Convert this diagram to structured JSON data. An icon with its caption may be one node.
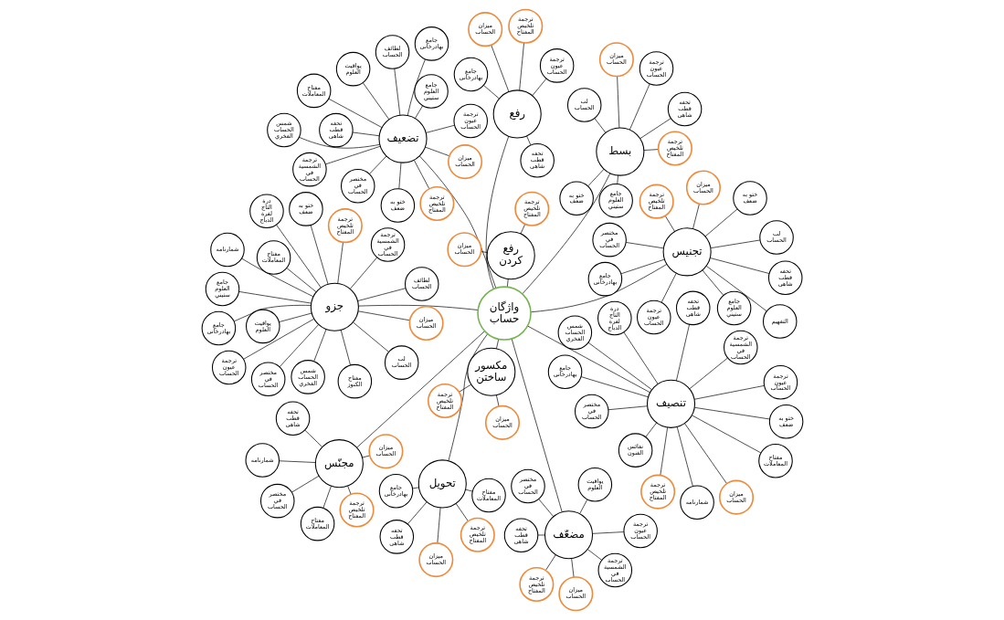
{
  "diagram": {
    "nodes": [
      {
        "text": [
          "واژگان حساب"
        ]
      },
      {
        "text": [
          "مضعّف"
        ]
      },
      {
        "text": [
          "ميزان الحساب"
        ]
      },
      {
        "text": [
          "مختصر في الحساب"
        ]
      },
      {
        "text": [
          "يواقيت العلوم"
        ]
      },
      {
        "text": [
          "تحفه قطب شاهى"
        ]
      },
      {
        "text": [
          "ترجمة تلخيص المفتاح"
        ]
      },
      {
        "text": [
          "ترجمة عيون الحساب"
        ]
      },
      {
        "text": [
          "ترجمة الشمسية في الحساب"
        ]
      },
      {
        "text": [
          "مکسور ساختن"
        ]
      },
      {
        "text": [
          "ميزان الحساب"
        ]
      },
      {
        "text": [
          "ترجمة تلخيص المفتاح"
        ]
      },
      {
        "text": [
          "بسط"
        ]
      },
      {
        "text": [
          "تحفه قطب شاهى"
        ]
      },
      {
        "text": [
          "ترجمة عيون الحساب"
        ]
      },
      {
        "text": [
          "جامع العلوم ستيني"
        ]
      },
      {
        "text": [
          "ترجمة تلخيص المفتاح"
        ]
      },
      {
        "text": [
          "ميزان الحساب"
        ]
      },
      {
        "text": [
          "ختو به ضعف"
        ]
      },
      {
        "text": [
          "لب الحساب"
        ]
      },
      {
        "text": [
          "رفع"
        ]
      },
      {
        "text": [
          "جامع بهادرخانی"
        ]
      },
      {
        "text": [
          "ترجمة تلخيص المفتاح"
        ]
      },
      {
        "text": [
          "ترجمة عيون الحساب"
        ]
      },
      {
        "text": [
          "ميزان الحساب"
        ]
      },
      {
        "text": [
          "تحفه قطب شاهى"
        ]
      },
      {
        "text": [
          "تنصيف"
        ]
      },
      {
        "text": [
          "جامع بهادرخانی"
        ]
      },
      {
        "text": [
          "شمارنامه"
        ]
      },
      {
        "text": [
          "مفتاح المعاملات"
        ]
      },
      {
        "text": [
          "تحفه قطب شاهى"
        ]
      },
      {
        "text": [
          "ختو به ضعف"
        ]
      },
      {
        "text": [
          "ترجمة تلخيص المفتاح"
        ]
      },
      {
        "text": [
          "درة التاج لغرة الدباج"
        ]
      },
      {
        "text": [
          "ترجمة عيون الحساب"
        ]
      },
      {
        "text": [
          "ميزان الحساب"
        ]
      },
      {
        "text": [
          "نفائس الفنون"
        ]
      },
      {
        "text": [
          "ترجمة الشمسية في الحساب"
        ]
      },
      {
        "text": [
          "شمس الحساب الفخري"
        ]
      },
      {
        "text": [
          "مختصر في الحساب"
        ]
      },
      {
        "text": [
          "رفع کردن"
        ]
      },
      {
        "text": [
          "ترجمة تلخيص المفتاح"
        ]
      },
      {
        "text": [
          "ميزان الحساب"
        ]
      },
      {
        "text": [
          "تجنيس"
        ]
      },
      {
        "text": [
          "التفهيم"
        ]
      },
      {
        "text": [
          "جامع بهادرخانی"
        ]
      },
      {
        "text": [
          "جامع العلوم ستيني"
        ]
      },
      {
        "text": [
          "ترجمة عيون الحساب"
        ]
      },
      {
        "text": [
          "لب الحساب"
        ]
      },
      {
        "text": [
          "تحفه قطب شاهى"
        ]
      },
      {
        "text": [
          "مختصر في الحساب"
        ]
      },
      {
        "text": [
          "ختو به ضعف"
        ]
      },
      {
        "text": [
          "ميزان الحساب"
        ]
      },
      {
        "text": [
          "ترجمة تلخيص المفتاح"
        ]
      },
      {
        "text": [
          "جزو"
        ]
      },
      {
        "text": [
          "شمس الحساب الفخري"
        ]
      },
      {
        "text": [
          "ترجمة عيون الحساب"
        ]
      },
      {
        "text": [
          "درة التاج لغرة الدباج"
        ]
      },
      {
        "text": [
          "لطائف الحساب"
        ]
      },
      {
        "text": [
          "شمارنامه"
        ]
      },
      {
        "text": [
          "مفتاح المعاملات"
        ]
      },
      {
        "text": [
          "ختو به ضعف"
        ]
      },
      {
        "text": [
          "جامع بهادرخانی"
        ]
      },
      {
        "text": [
          "ترجمة تلخيص المفتاح"
        ]
      },
      {
        "text": [
          "ميزان الحساب"
        ]
      },
      {
        "text": [
          "يواقيت العلوم"
        ]
      },
      {
        "text": [
          "لب الحساب"
        ]
      },
      {
        "text": [
          "ترجمة الشمسية في الحساب"
        ]
      },
      {
        "text": [
          "مفتاح الكنوز"
        ]
      },
      {
        "text": [
          "جامع العلوم ستيني"
        ]
      },
      {
        "text": [
          "مختصر في الحساب"
        ]
      },
      {
        "text": [
          "مجنّس"
        ]
      },
      {
        "text": [
          "تحفه قطب شاهى"
        ]
      },
      {
        "text": [
          "شمارنامه"
        ]
      },
      {
        "text": [
          "مفتاح المعاملات"
        ]
      },
      {
        "text": [
          "ترجمة تلخيص المفتاح"
        ]
      },
      {
        "text": [
          "ميزان الحساب"
        ]
      },
      {
        "text": [
          "مختصر في الحساب"
        ]
      },
      {
        "text": [
          "تحويل"
        ]
      },
      {
        "text": [
          "مفتاح المعاملات"
        ]
      },
      {
        "text": [
          "جامع بهادرخانی"
        ]
      },
      {
        "text": [
          "تحفه قطب شاهى"
        ]
      },
      {
        "text": [
          "ترجمة تلخيص المفتاح"
        ]
      },
      {
        "text": [
          "ميزان الحساب"
        ]
      },
      {
        "text": [
          "تضعيف"
        ]
      },
      {
        "text": [
          "يواقيت العلوم"
        ]
      },
      {
        "text": [
          "جامع العلوم ستيني"
        ]
      },
      {
        "text": [
          "شمس الحساب الفخري"
        ]
      },
      {
        "text": [
          "مفتاح المعاملات"
        ]
      },
      {
        "text": [
          "مختصر في الحساب"
        ]
      },
      {
        "text": [
          "جامع بهادرخانی"
        ]
      },
      {
        "text": [
          "ترجمة الشمسية في الحساب"
        ]
      },
      {
        "text": [
          "ترجمة عيون الحساب"
        ]
      },
      {
        "text": [
          "لطائف الحساب"
        ]
      },
      {
        "text": [
          "تحفه قطب شاهى"
        ]
      },
      {
        "text": [
          "ختو به ضعف"
        ]
      },
      {
        "text": [
          "ترجمة تلخيص المفتاح"
        ]
      },
      {
        "text": [
          "ميزان الحساب"
        ]
      }
    ],
    "edges": [
      {
        "from": 0,
        "to": 1,
        "arrow": "none"
      },
      {
        "from": 1,
        "to": 2,
        "arrow": "none"
      },
      {
        "from": 1,
        "to": 3,
        "arrow": "none"
      },
      {
        "from": 1,
        "to": 4,
        "arrow": "none"
      },
      {
        "from": 1,
        "to": 5,
        "arrow": "none"
      },
      {
        "from": 1,
        "to": 6,
        "arrow": "none"
      },
      {
        "from": 1,
        "to": 7,
        "arrow": "none"
      },
      {
        "from": 1,
        "to": 8,
        "arrow": "none"
      },
      {
        "from": 0,
        "to": 9,
        "arrow": "none"
      },
      {
        "from": 9,
        "to": 10,
        "arrow": "none"
      },
      {
        "from": 9,
        "to": 11,
        "arrow": "none"
      },
      {
        "from": 0,
        "to": 12,
        "arrow": "none"
      },
      {
        "from": 12,
        "to": 13,
        "arrow": "none"
      },
      {
        "from": 12,
        "to": 14,
        "arrow": "none"
      },
      {
        "from": 12,
        "to": 15,
        "arrow": "none"
      },
      {
        "from": 12,
        "to": 16,
        "arrow": "none"
      },
      {
        "from": 12,
        "to": 17,
        "arrow": "none"
      },
      {
        "from": 12,
        "to": 18,
        "arrow": "none"
      },
      {
        "from": 12,
        "to": 19,
        "arrow": "none"
      },
      {
        "from": 0,
        "to": 20,
        "arrow": "none"
      },
      {
        "from": 20,
        "to": 21,
        "arrow": "none"
      },
      {
        "from": 20,
        "to": 22,
        "arrow": "none"
      },
      {
        "from": 20,
        "to": 23,
        "arrow": "none"
      },
      {
        "from": 20,
        "to": 24,
        "arrow": "none"
      },
      {
        "from": 20,
        "to": 25,
        "arrow": "none"
      },
      {
        "from": 0,
        "to": 26,
        "arrow": "none"
      },
      {
        "from": 26,
        "to": 27,
        "arrow": "none"
      },
      {
        "from": 26,
        "to": 28,
        "arrow": "none"
      },
      {
        "from": 26,
        "to": 29,
        "arrow": "none"
      },
      {
        "from": 26,
        "to": 30,
        "arrow": "none"
      },
      {
        "from": 26,
        "to": 31,
        "arrow": "none"
      },
      {
        "from": 26,
        "to": 32,
        "arrow": "none"
      },
      {
        "from": 26,
        "to": 33,
        "arrow": "none"
      },
      {
        "from": 26,
        "to": 34,
        "arrow": "none"
      },
      {
        "from": 26,
        "to": 35,
        "arrow": "none"
      },
      {
        "from": 26,
        "to": 36,
        "arrow": "none"
      },
      {
        "from": 26,
        "to": 37,
        "arrow": "none"
      },
      {
        "from": 26,
        "to": 38,
        "arrow": "none"
      },
      {
        "from": 26,
        "to": 39,
        "arrow": "none"
      },
      {
        "from": 0,
        "to": 40,
        "arrow": "none"
      },
      {
        "from": 40,
        "to": 41,
        "arrow": "none"
      },
      {
        "from": 40,
        "to": 42,
        "arrow": "none"
      },
      {
        "from": 0,
        "to": 43,
        "arrow": "none"
      },
      {
        "from": 43,
        "to": 44,
        "arrow": "none"
      },
      {
        "from": 43,
        "to": 45,
        "arrow": "none"
      },
      {
        "from": 43,
        "to": 46,
        "arrow": "none"
      },
      {
        "from": 43,
        "to": 47,
        "arrow": "none"
      },
      {
        "from": 43,
        "to": 48,
        "arrow": "none"
      },
      {
        "from": 43,
        "to": 49,
        "arrow": "none"
      },
      {
        "from": 43,
        "to": 50,
        "arrow": "none"
      },
      {
        "from": 43,
        "to": 51,
        "arrow": "none"
      },
      {
        "from": 43,
        "to": 52,
        "arrow": "none"
      },
      {
        "from": 43,
        "to": 53,
        "arrow": "none"
      },
      {
        "from": 0,
        "to": 54,
        "arrow": "none"
      },
      {
        "from": 54,
        "to": 55,
        "arrow": "none"
      },
      {
        "from": 54,
        "to": 56,
        "arrow": "none"
      },
      {
        "from": 54,
        "to": 57,
        "arrow": "none"
      },
      {
        "from": 54,
        "to": 58,
        "arrow": "none"
      },
      {
        "from": 54,
        "to": 59,
        "arrow": "none"
      },
      {
        "from": 54,
        "to": 60,
        "arrow": "none"
      },
      {
        "from": 54,
        "to": 61,
        "arrow": "none"
      },
      {
        "from": 54,
        "to": 62,
        "arrow": "none"
      },
      {
        "from": 54,
        "to": 63,
        "arrow": "none"
      },
      {
        "from": 54,
        "to": 64,
        "arrow": "none"
      },
      {
        "from": 54,
        "to": 65,
        "arrow": "none"
      },
      {
        "from": 54,
        "to": 66,
        "arrow": "none"
      },
      {
        "from": 54,
        "to": 67,
        "arrow": "none"
      },
      {
        "from": 54,
        "to": 68,
        "arrow": "none"
      },
      {
        "from": 54,
        "to": 69,
        "arrow": "none"
      },
      {
        "from": 54,
        "to": 70,
        "arrow": "none"
      },
      {
        "from": 0,
        "to": 71,
        "arrow": "none"
      },
      {
        "from": 71,
        "to": 72,
        "arrow": "none"
      },
      {
        "from": 71,
        "to": 73,
        "arrow": "none"
      },
      {
        "from": 71,
        "to": 74,
        "arrow": "none"
      },
      {
        "from": 71,
        "to": 75,
        "arrow": "none"
      },
      {
        "from": 71,
        "to": 76,
        "arrow": "none"
      },
      {
        "from": 71,
        "to": 77,
        "arrow": "none"
      },
      {
        "from": 0,
        "to": 78,
        "arrow": "none"
      },
      {
        "from": 78,
        "to": 79,
        "arrow": "none"
      },
      {
        "from": 78,
        "to": 80,
        "arrow": "none"
      },
      {
        "from": 78,
        "to": 81,
        "arrow": "none"
      },
      {
        "from": 78,
        "to": 82,
        "arrow": "none"
      },
      {
        "from": 78,
        "to": 83,
        "arrow": "none"
      },
      {
        "from": 0,
        "to": 84,
        "arrow": "none"
      },
      {
        "from": 84,
        "to": 85,
        "arrow": "none"
      },
      {
        "from": 84,
        "to": 86,
        "arrow": "none"
      },
      {
        "from": 84,
        "to": 87,
        "arrow": "none"
      },
      {
        "from": 84,
        "to": 88,
        "arrow": "none"
      },
      {
        "from": 84,
        "to": 89,
        "arrow": "none"
      },
      {
        "from": 84,
        "to": 90,
        "arrow": "none"
      },
      {
        "from": 84,
        "to": 91,
        "arrow": "none"
      },
      {
        "from": 84,
        "to": 92,
        "arrow": "none"
      },
      {
        "from": 84,
        "to": 93,
        "arrow": "none"
      },
      {
        "from": 84,
        "to": 94,
        "arrow": "none"
      },
      {
        "from": 84,
        "to": 95,
        "arrow": "none"
      },
      {
        "from": 84,
        "to": 96,
        "arrow": "none"
      },
      {
        "from": 84,
        "to": 97,
        "arrow": "none"
      }
    ]
  }
}
